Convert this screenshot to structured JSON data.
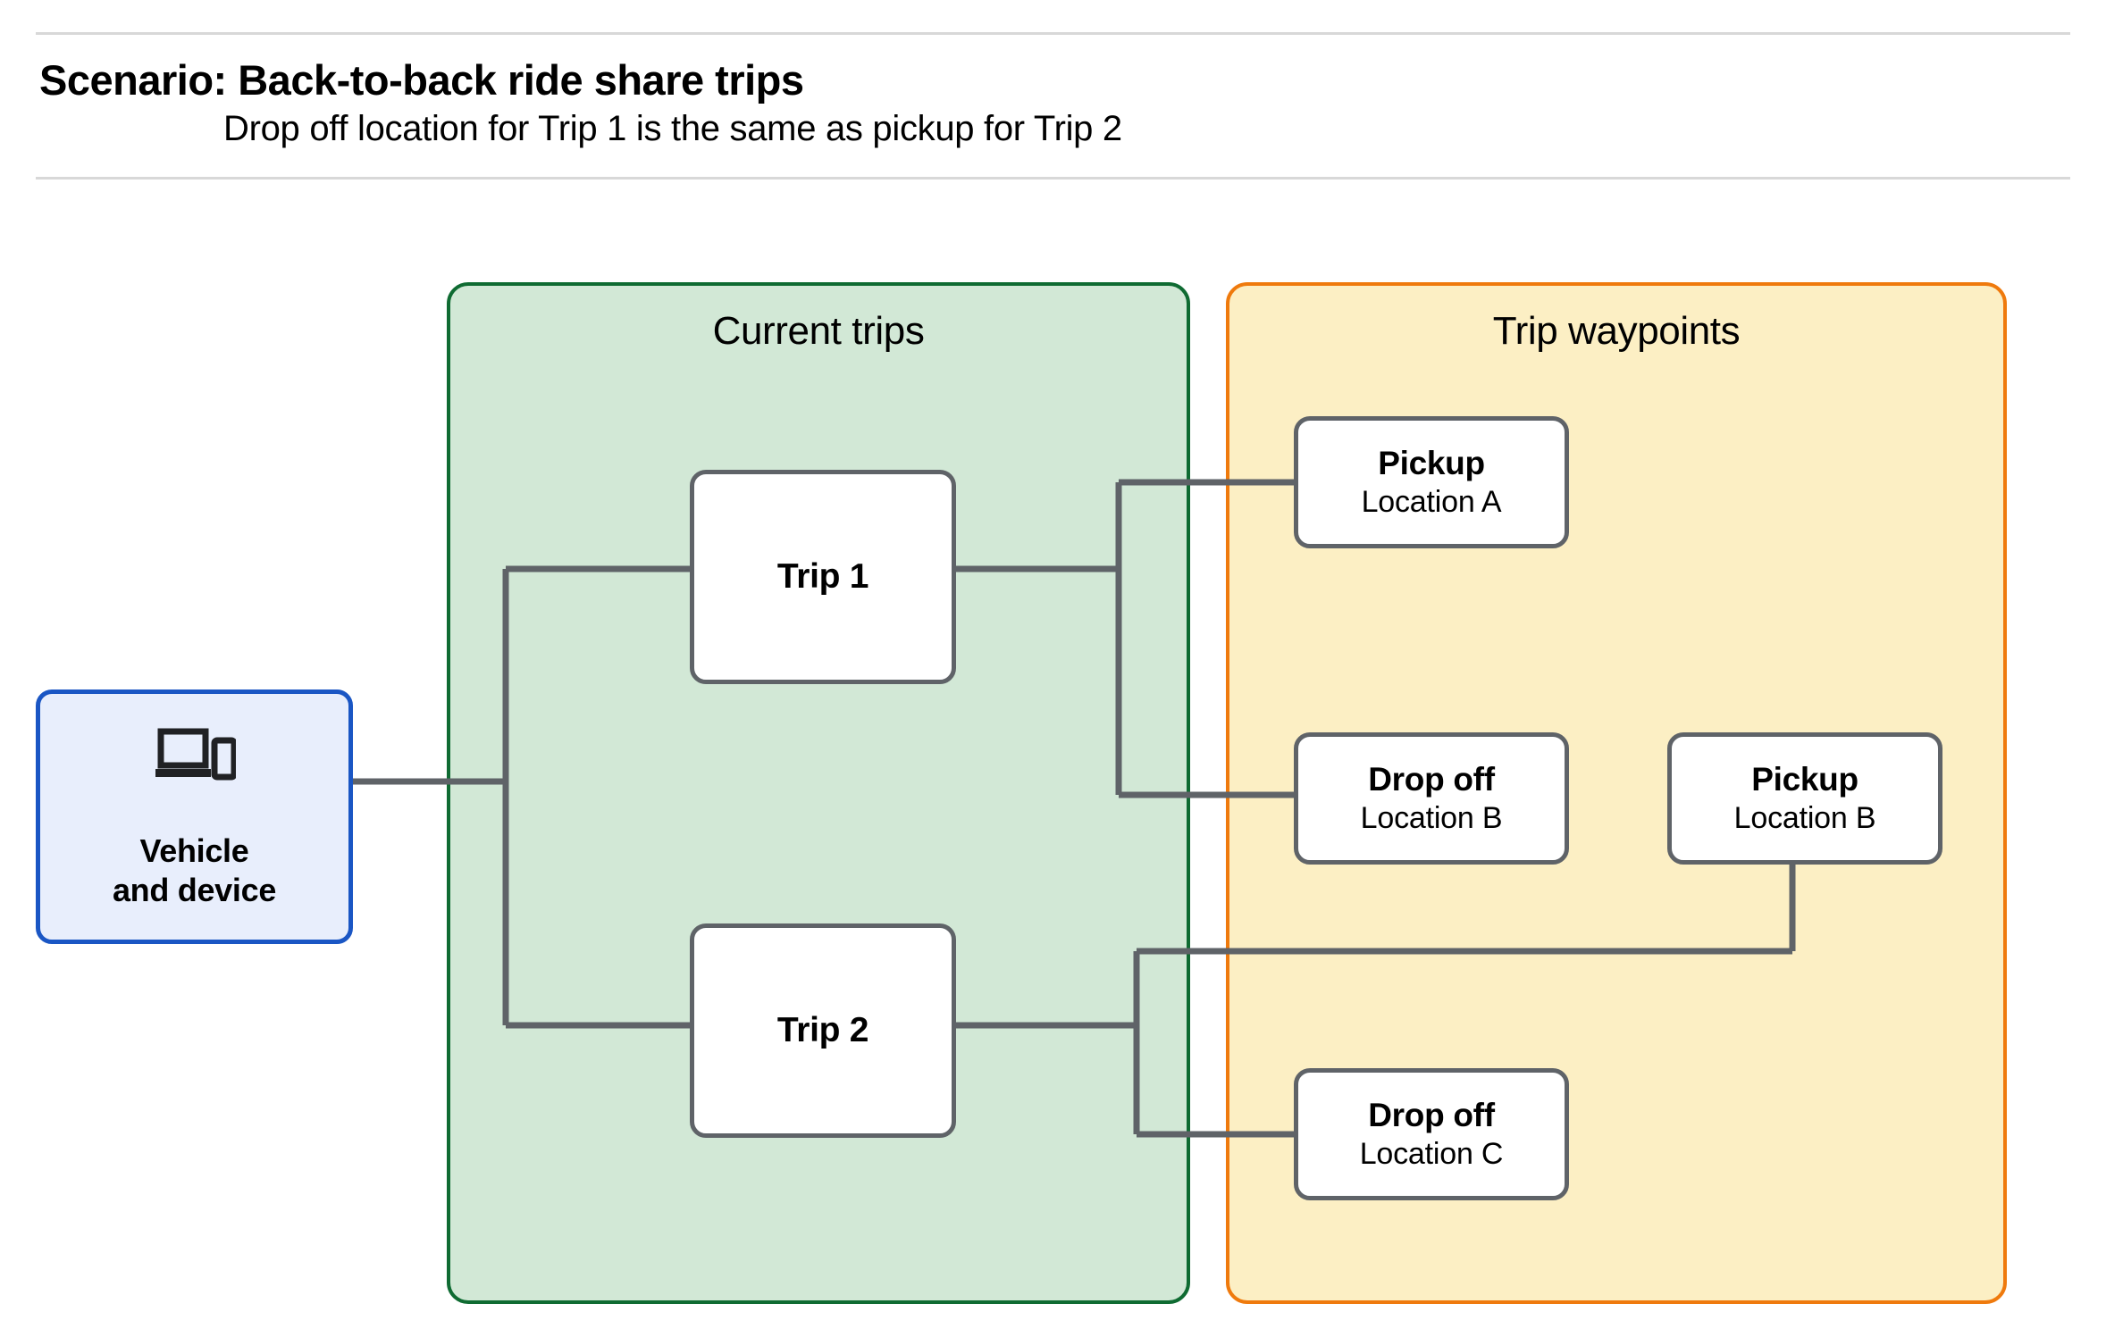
{
  "header": {
    "title": "Scenario: Back-to-back ride share trips",
    "subtitle": "Drop off  location for Trip 1 is the same as pickup for Trip 2"
  },
  "panels": {
    "current_trips": {
      "title": "Current trips",
      "fill_color": "#d2e8d6",
      "border_color": "#0f6b32"
    },
    "trip_waypoints": {
      "title": "Trip waypoints",
      "fill_color": "#fcefc4",
      "border_color": "#ef7a0d"
    }
  },
  "vehicle": {
    "label_line1": "Vehicle",
    "label_line2": "and device",
    "icon": "laptop-and-phone-icon",
    "fill_color": "#e8eefc",
    "border_color": "#1a56c4"
  },
  "trips": [
    {
      "label": "Trip 1"
    },
    {
      "label": "Trip 2"
    }
  ],
  "waypoints": [
    {
      "title": "Pickup",
      "subtitle": "Location A"
    },
    {
      "title": "Drop off",
      "subtitle": "Location B"
    },
    {
      "title": "Pickup",
      "subtitle": "Location B"
    },
    {
      "title": "Drop off",
      "subtitle": "Location C"
    }
  ],
  "connector_color": "#5f6368"
}
